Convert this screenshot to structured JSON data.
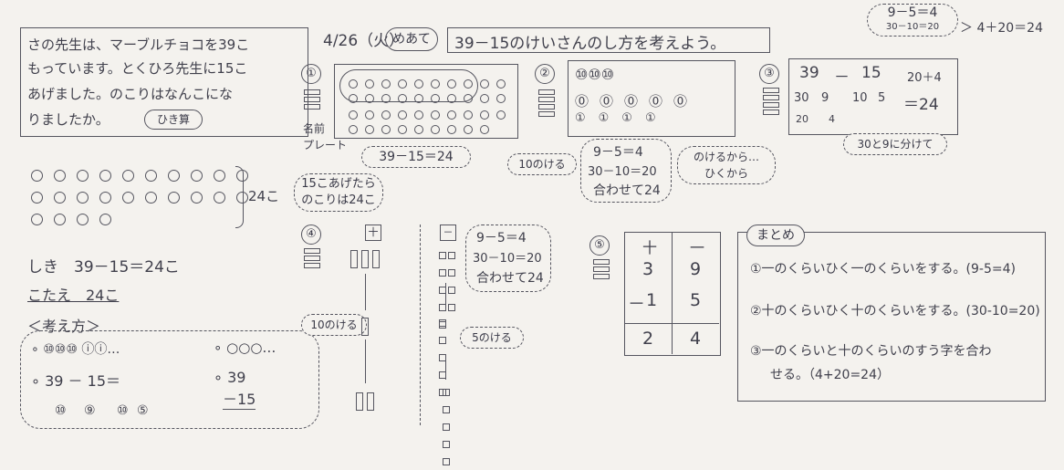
{
  "problem": {
    "line1": "さの先生は、マーブルチョコを39こ",
    "line2": "もっています。とくひろ先生に15こ",
    "line3": "あげました。のこりはなんこにな",
    "line4": "りましたか。",
    "tag": "ひき算"
  },
  "header": {
    "date": "4/26（火）",
    "meate": "めあて",
    "goal": "39－15のけいさんのし方を考えよう。"
  },
  "nums": {
    "n1": "①",
    "n2": "②",
    "n3": "③",
    "n4": "④",
    "n5": "⑤"
  },
  "section1": {
    "label_top": "名前",
    "label_bottom": "プレート",
    "bubble": "39－15＝24"
  },
  "left_calc": {
    "brace_label": "24こ",
    "cloud_line1": "15こあげたら",
    "cloud_line2": "のこりは24こ",
    "shiki": "しき　39－15＝24こ",
    "kotae": "こたえ　24こ",
    "kangaekata": "＜考え方＞",
    "row1": "∘ ⑩⑩⑩ ⓘⓘ…",
    "row1b": "∘ ○○○…",
    "row2": "∘ 39 － 15＝",
    "row2b": "∘ 39",
    "row2c": "－15",
    "row3a": "⑩",
    "row3b": "⑨",
    "row3c": "⑩",
    "row3d": "⑤"
  },
  "section2": {
    "tens_top": "⑩⑩⑩",
    "bubble_side": "10のける",
    "c1": "9－5＝4",
    "c2": "30－10＝20",
    "c3": "合わせて24",
    "bubble_right1": "のけるから…",
    "bubble_right2": "ひくから"
  },
  "section3": {
    "bubble_top1": "9－5＝4",
    "bubble_top2": "30－10＝20",
    "arrow": "＞ 4＋20＝24",
    "eq_a": "39",
    "eq_minus": "－",
    "eq_b": "15",
    "eq_side": "20＋4",
    "eq_result": "＝24",
    "split_a": "30",
    "split_b": "9",
    "split_c": "10",
    "split_d": "5",
    "sub_a": "20",
    "sub_b": "4",
    "cloud": "30と9に分けて"
  },
  "section4": {
    "plus_box": "十",
    "minus_box": "－",
    "cloud_left": "10のける",
    "c1": "9－5＝4",
    "c2": "30－10＝20",
    "c3": "合わせて24",
    "cloud_right": "5のける"
  },
  "section5": {
    "head_tens": "十",
    "head_ones": "一",
    "r1a": "3",
    "r1b": "9",
    "r2s": "－",
    "r2a": "1",
    "r2b": "5",
    "r3a": "2",
    "r3b": "4"
  },
  "matome": {
    "title": "まとめ",
    "i1": "①一のくらいひく一のくらいをする。(9-5=4)",
    "i2": "②十のくらいひく十のくらいをする。(30-10=20)",
    "i3a": "③一のくらいと十のくらいのすう字を合わ",
    "i3b": "せる。（4+20=24）"
  }
}
